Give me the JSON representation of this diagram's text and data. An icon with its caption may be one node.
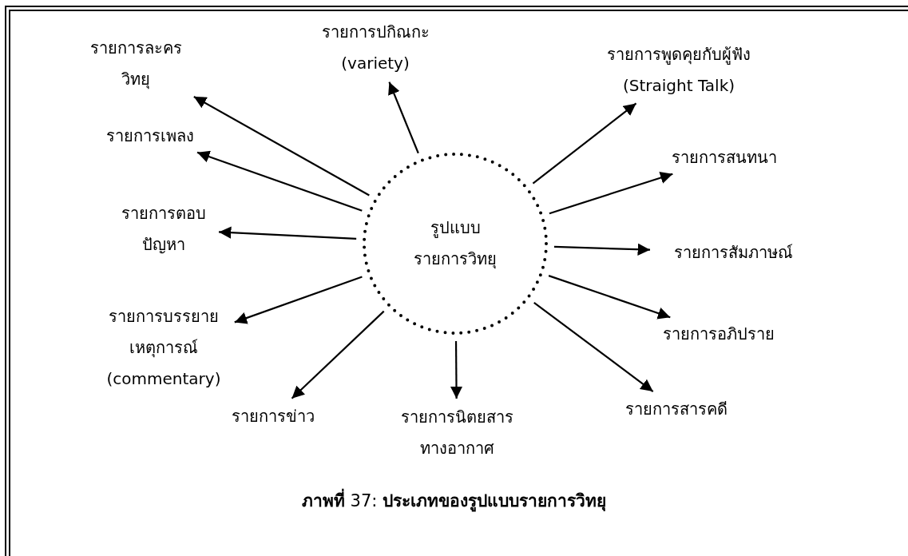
{
  "diagram": {
    "caption": "**ภาพที่** 37: **ประเภทของรูปแบบรายการวิทยุ**",
    "nodes": [
      {
        "text": [
          "รูปแบบ รายการวิทยุ"
        ]
      },
      {
        "text": [
          "รายการละคร วิทยุ"
        ]
      },
      {
        "text": [
          "รายการปกิณกะ (variety)"
        ]
      },
      {
        "text": [
          "รายการพูดคุยกับผู้ฟัง (Straight Talk)"
        ]
      },
      {
        "text": [
          "รายการเพลง"
        ]
      },
      {
        "text": [
          "รายการสนทนา"
        ]
      },
      {
        "text": [
          "รายการตอบ ปัญหา"
        ]
      },
      {
        "text": [
          "รายการสัมภาษณ์"
        ]
      },
      {
        "text": [
          "รายการบรรยาย เหตุการณ์ (commentary)"
        ]
      },
      {
        "text": [
          "รายการอภิปราย"
        ]
      },
      {
        "text": [
          "รายการข่าว"
        ]
      },
      {
        "text": [
          "รายการนิตยสาร ทางอากาศ"
        ]
      },
      {
        "text": [
          "รายการสารคดี"
        ]
      }
    ],
    "edges": [
      {
        "from": 0,
        "to": 1,
        "arrow": "to"
      },
      {
        "from": 0,
        "to": 2,
        "arrow": "to"
      },
      {
        "from": 0,
        "to": 3,
        "arrow": "to"
      },
      {
        "from": 0,
        "to": 4,
        "arrow": "to"
      },
      {
        "from": 0,
        "to": 5,
        "arrow": "to"
      },
      {
        "from": 0,
        "to": 6,
        "arrow": "to"
      },
      {
        "from": 0,
        "to": 7,
        "arrow": "to"
      },
      {
        "from": 0,
        "to": 8,
        "arrow": "to"
      },
      {
        "from": 0,
        "to": 9,
        "arrow": "to"
      },
      {
        "from": 0,
        "to": 10,
        "arrow": "to"
      },
      {
        "from": 0,
        "to": 11,
        "arrow": "to"
      },
      {
        "from": 0,
        "to": 12,
        "arrow": "to"
      }
    ]
  }
}
